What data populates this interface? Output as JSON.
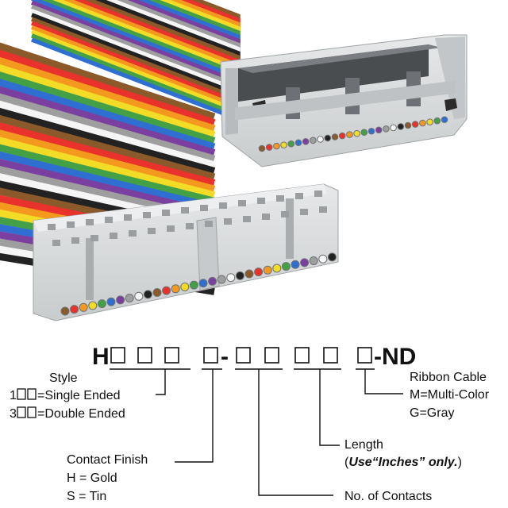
{
  "part_code": {
    "prefix": "H",
    "suffix": "-ND",
    "separator": "-",
    "box_groups": [
      3,
      1,
      4,
      1
    ]
  },
  "labels": {
    "style": {
      "title": "Style",
      "single_prefix": "1",
      "single_text": "=Single Ended",
      "double_prefix": "3",
      "double_text": "=Double Ended"
    },
    "contact_finish": {
      "title": "Contact Finish",
      "gold": "H = Gold",
      "tin": "S = Tin"
    },
    "length": {
      "title": "Length",
      "open_paren": "(",
      "emphasis": "Use“Inches” only.",
      "close_paren": ")"
    },
    "contacts": {
      "title": "No. of Contacts"
    },
    "ribbon_cable": {
      "title": "Ribbon Cable",
      "multi": "M=Multi-Color",
      "gray": "G=Gray"
    }
  },
  "colors": {
    "connector_body": "#d9dbdc",
    "connector_shadow": "#b9bcbe",
    "ribbon": [
      "#8a5a2b",
      "#e8322b",
      "#f39a1e",
      "#f3dc26",
      "#43a047",
      "#2f6fd1",
      "#7b3fa0",
      "#9e9e9e",
      "#f5f5f5",
      "#222222"
    ]
  }
}
